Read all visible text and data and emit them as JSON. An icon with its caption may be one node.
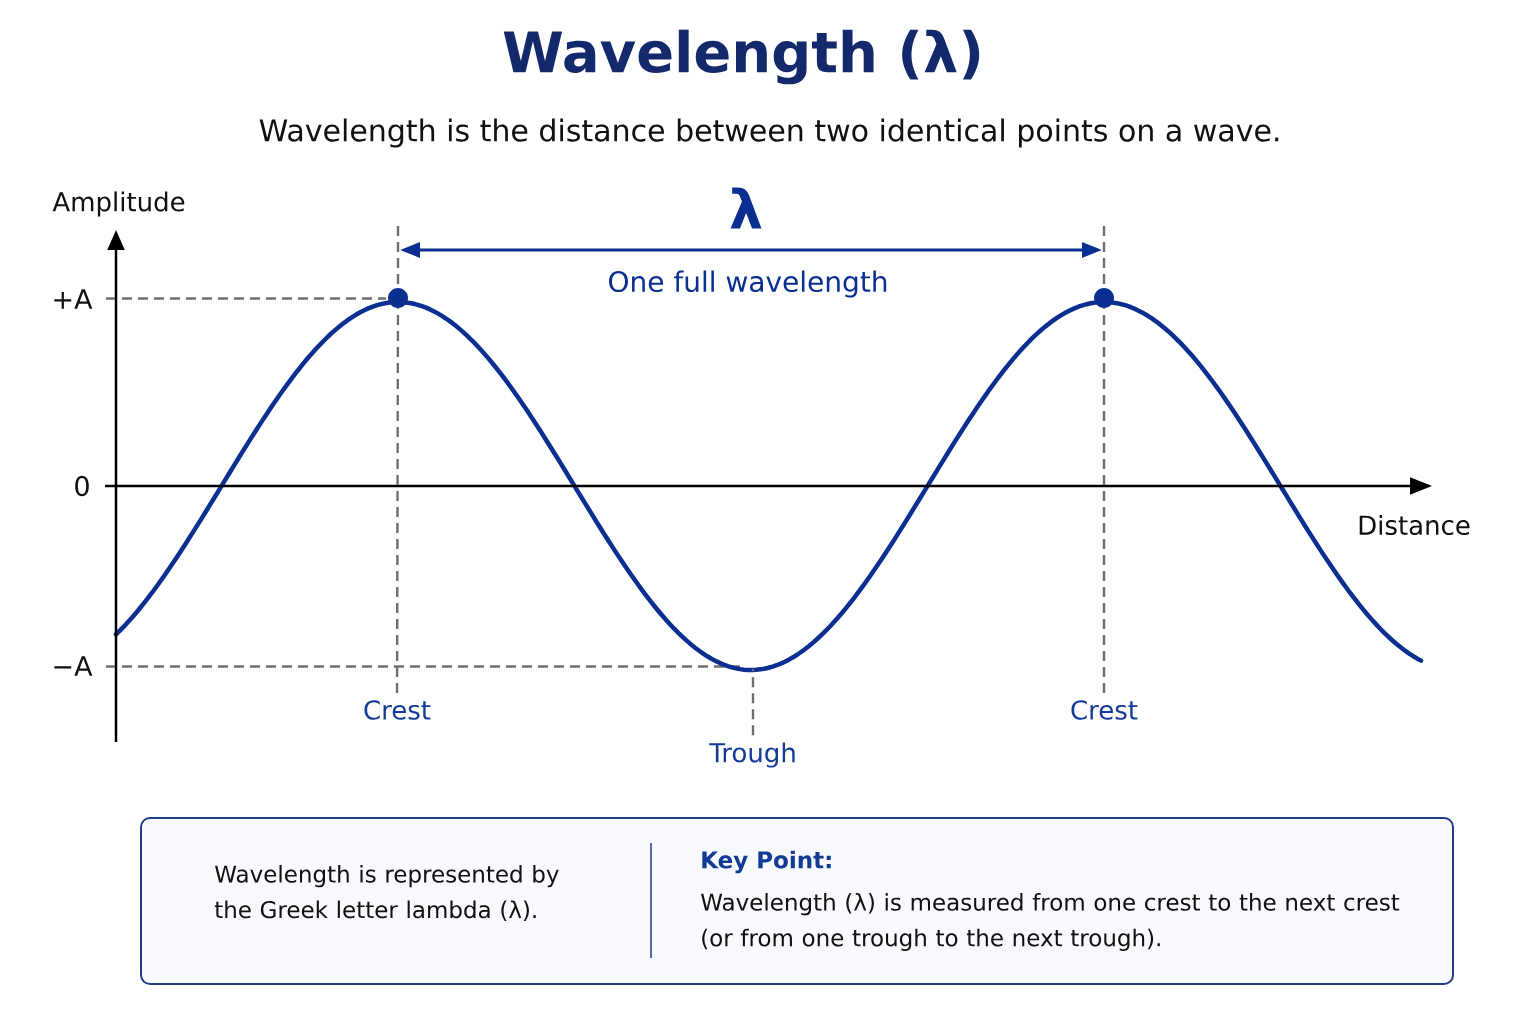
{
  "diagram": {
    "title": "Wavelength (λ)",
    "nodes": [
      {
        "text": [],
        "shape": "circle"
      },
      {
        "text": [],
        "shape": "circle"
      },
      {
        "text": [
          "Crest"
        ]
      },
      {
        "text": [
          "Crest"
        ]
      },
      {
        "text": [
          "Trough"
        ]
      },
      {
        "text": [
          "Wavelength is represented by the Greek letter lambda (λ).",
          "Key Point:",
          "Wavelength (λ) is measured from one crest to the next crest (or from one trough to the next trough)."
        ]
      }
    ],
    "edges": [
      {
        "from": 2,
        "to": 0,
        "arrow": "none",
        "style": "dashed"
      },
      {
        "from": 3,
        "to": 1,
        "arrow": "none",
        "style": "dashed"
      },
      {
        "from": 4,
        "to": null,
        "arrow": "none",
        "style": "dashed"
      }
    ],
    "labels": [
      "Wavelength is the distance between two identical points on a wave.",
      "Amplitude",
      "λ",
      "One full wavelength",
      "+A",
      "0",
      "Distance",
      "−A"
    ]
  }
}
